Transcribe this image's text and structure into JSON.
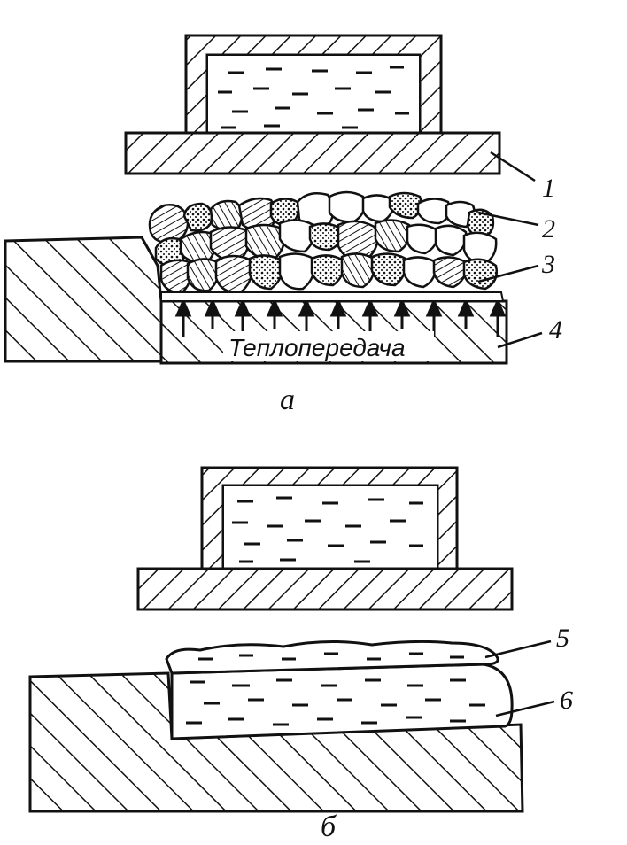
{
  "figure": {
    "panel_a": {
      "caption": "а",
      "heat_label": "Теплопередача",
      "callouts": [
        "1",
        "2",
        "3",
        "4"
      ]
    },
    "panel_b": {
      "caption": "б",
      "callouts": [
        "5",
        "6"
      ]
    }
  },
  "colors": {
    "ink": "#111111",
    "paper": "#ffffff"
  }
}
